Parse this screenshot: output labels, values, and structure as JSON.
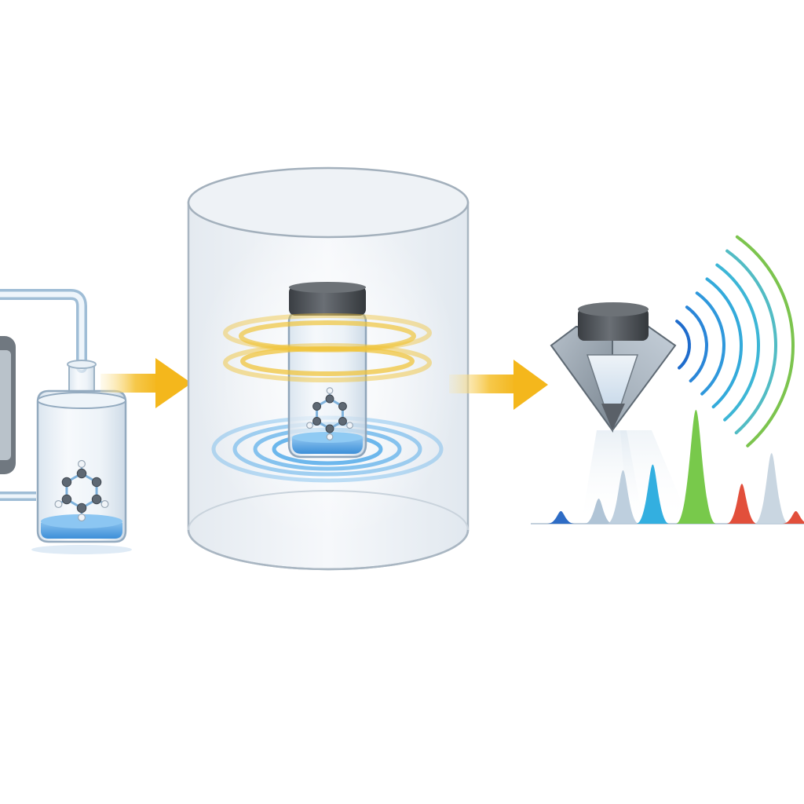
{
  "diagram": {
    "stages": [
      {
        "id": "sample-prep",
        "icon": "gas-fed-vial-icon"
      },
      {
        "id": "chamber",
        "icon": "sealed-vial-in-chamber-icon"
      },
      {
        "id": "detection",
        "icon": "diamond-sensor-icon"
      }
    ],
    "colors": {
      "arrow": "#f6c12a",
      "liquid": "#4aa3e6",
      "cap": "#505458",
      "atom_carbon": "#5e6873",
      "atom_hydrogen": "#f0f4f8",
      "bond": "#7fb2dc",
      "ring_gold": "#f0c43c",
      "ring_blue": "#4aa6e8",
      "peak_darkblue": "#1c5fc0",
      "peak_cyan": "#22a8dd",
      "peak_green": "#6cc43c",
      "peak_red": "#e0402a"
    },
    "spectrum": {
      "peaks": [
        {
          "position": 0.1,
          "height": 0.11,
          "color": "#1c5fc0"
        },
        {
          "position": 0.24,
          "height": 0.22,
          "color": "#a9bfd3"
        },
        {
          "position": 0.33,
          "height": 0.47,
          "color": "#b9cbdb"
        },
        {
          "position": 0.44,
          "height": 0.52,
          "color": "#22a8dd"
        },
        {
          "position": 0.6,
          "height": 1.0,
          "color": "#6cc43c"
        },
        {
          "position": 0.77,
          "height": 0.35,
          "color": "#e0402a"
        },
        {
          "position": 0.88,
          "height": 0.62,
          "color": "#c4d2de"
        },
        {
          "position": 0.97,
          "height": 0.11,
          "color": "#e0402a"
        }
      ]
    }
  }
}
